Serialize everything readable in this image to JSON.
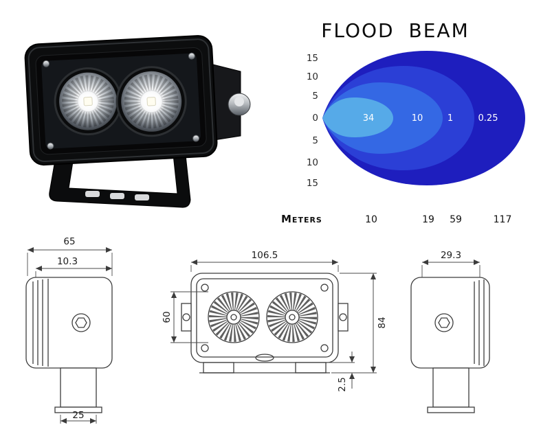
{
  "chart_data": {
    "type": "area",
    "title": "FLOOD BEAM",
    "x_axis_label": "Meters",
    "x_ticks": [
      "10",
      "19",
      "59",
      "117"
    ],
    "y_ticks": [
      "15",
      "10",
      "5",
      "0",
      "5",
      "10",
      "15"
    ],
    "grid": false,
    "legend_position": "none",
    "zones": [
      {
        "label": "0.25",
        "lux": 0.25,
        "distance_m": 117,
        "color": "#1e1ebe"
      },
      {
        "label": "1",
        "lux": 1,
        "distance_m": 59,
        "color": "#2b3fd6"
      },
      {
        "label": "10",
        "lux": 10,
        "distance_m": 19,
        "color": "#3468e4"
      },
      {
        "label": "34",
        "lux": 34,
        "distance_m": 10,
        "color": "#56aae8"
      }
    ]
  },
  "drawings": {
    "side_view_left": {
      "overall_width": "65",
      "lens_offset": "10.3",
      "base_width": "25"
    },
    "front_view": {
      "overall_width": "106.5",
      "lens_height": "60",
      "overall_height": "84",
      "plate_gap": "2.5"
    },
    "side_view_right": {
      "overall_depth": "29.3"
    }
  }
}
